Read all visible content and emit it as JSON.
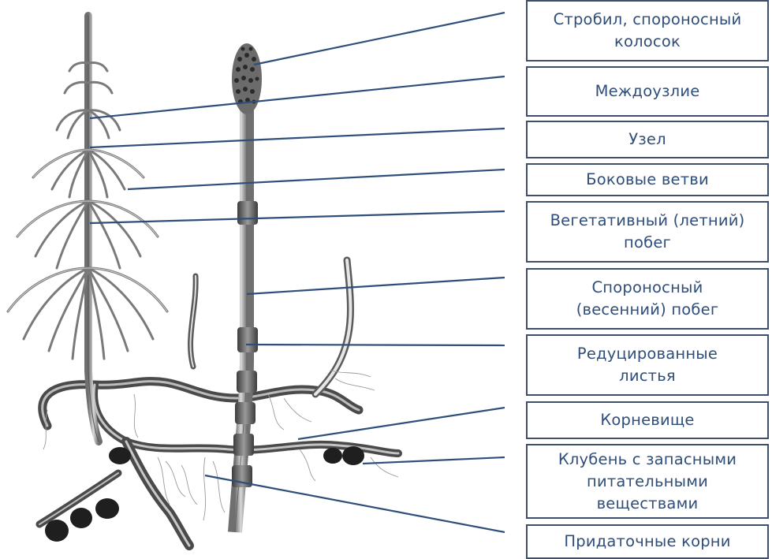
{
  "labels": [
    {
      "id": "strobilus",
      "text": "Стробил, спороносный\nколосок"
    },
    {
      "id": "internode",
      "text": "Междоузлие"
    },
    {
      "id": "node",
      "text": "Узел"
    },
    {
      "id": "lateral-branches",
      "text": "Боковые ветви"
    },
    {
      "id": "vegetative-shoot",
      "text": "Вегетативный  (летний)\nпобег"
    },
    {
      "id": "spore-shoot",
      "text": "Спороносный\n(весенний) побег"
    },
    {
      "id": "reduced-leaves",
      "text": "Редуцированные\nлистья"
    },
    {
      "id": "rhizome",
      "text": "Корневище"
    },
    {
      "id": "tuber",
      "text": "Клубень с запасными\nпитательными\nвеществами"
    },
    {
      "id": "adventitious-roots",
      "text": "Придаточные корни"
    }
  ],
  "colors": {
    "leader_line": "#2f4e7a",
    "box_border": "#3d4f6b",
    "text": "#2f4e7a",
    "plant_dark": "#4a4a4a",
    "plant_mid": "#8c8c8c",
    "plant_light": "#d8d8d8"
  }
}
